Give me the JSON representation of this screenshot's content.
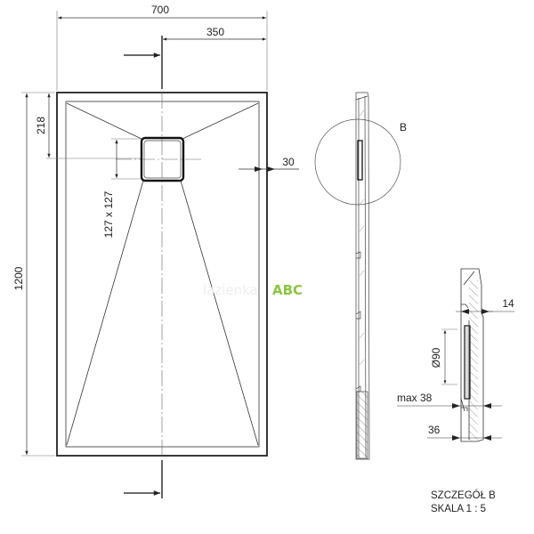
{
  "drawing": {
    "plan_view": {
      "width_label": "700",
      "half_width_label": "350",
      "length_label": "1200",
      "drain_offset_label": "218",
      "drain_size_label": "127 x 127",
      "rim_width_label": "30"
    },
    "side_section": {
      "detail_marker": "B"
    },
    "detail_b": {
      "rim_label": "14",
      "drain_diameter_label": "Ø90",
      "max_thickness_label": "max 38",
      "thickness_label": "36",
      "title": "SZCZEGÓŁ B",
      "scale": "SKALA 1 : 5"
    },
    "watermark": {
      "text": "ABC",
      "color": "#8cc63f"
    },
    "colors": {
      "line": "#222222",
      "thin_line": "#555555",
      "background": "#ffffff"
    }
  }
}
